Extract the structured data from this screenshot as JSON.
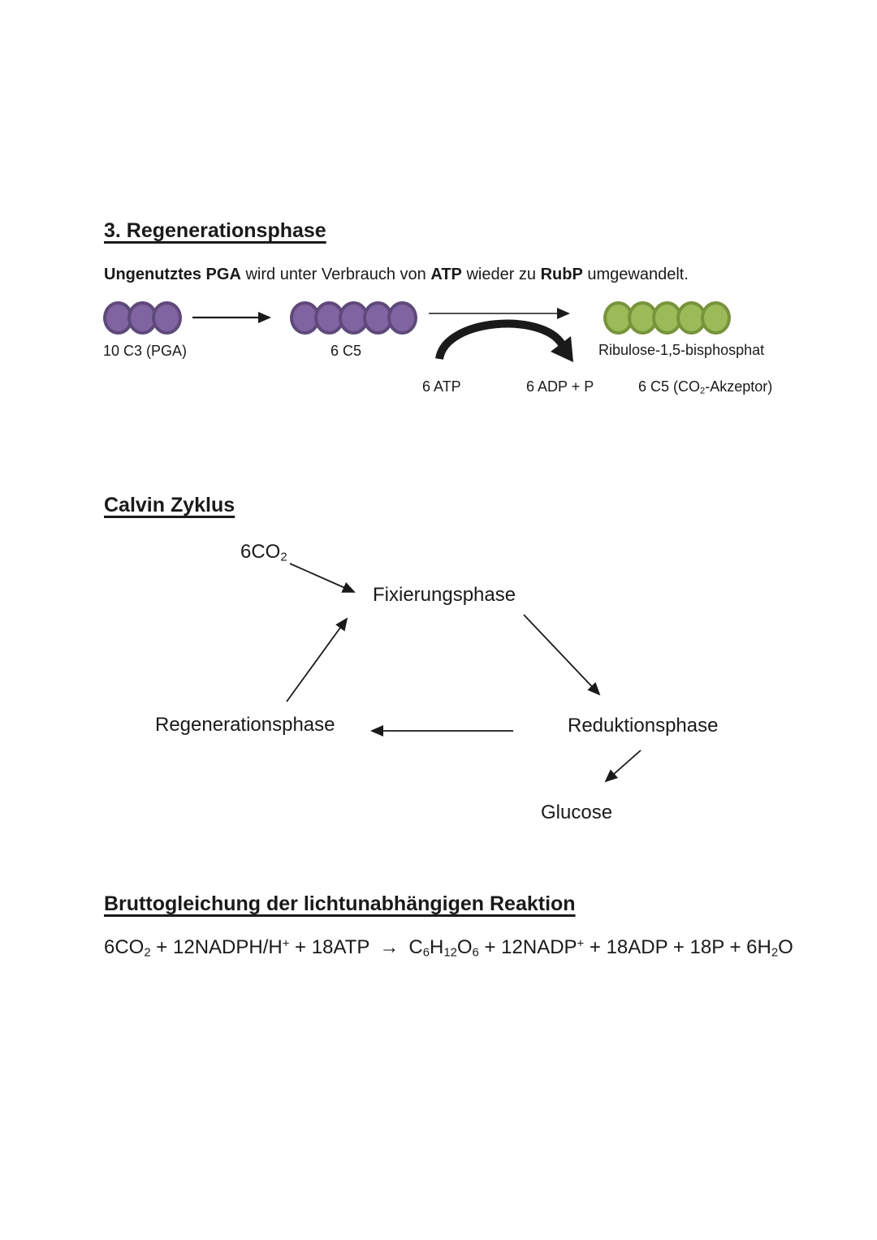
{
  "page": {
    "background": "#ffffff",
    "text_color": "#1a1a1a"
  },
  "section_regeneration": {
    "title": "3. Regenerationsphase",
    "intro": [
      {
        "t": "Ungenutztes PGA",
        "s": "b"
      },
      {
        "t": " wird unter Verbrauch von "
      },
      {
        "t": "ATP",
        "s": "b"
      },
      {
        "t": " wieder zu "
      },
      {
        "t": "RubP",
        "s": "b"
      },
      {
        "t": " umgewandelt."
      }
    ],
    "diagram": {
      "groups": [
        {
          "name": "pga-circles",
          "count": 3,
          "fill": "#8064a2",
          "stroke": "#5f497a"
        },
        {
          "name": "c5-circles",
          "count": 5,
          "fill": "#8064a2",
          "stroke": "#5f497a"
        },
        {
          "name": "rubp-circles",
          "count": 5,
          "fill": "#9bbb59",
          "stroke": "#77933c"
        }
      ],
      "labels": {
        "pga": "10 C3 (PGA)",
        "c5": "6 C5",
        "rubp": "Ribulose-1,5-bisphosphat",
        "atp": "6 ATP",
        "adp": "6 ADP + P",
        "akzeptor": [
          {
            "t": "6 C5 (CO"
          },
          {
            "t": "2",
            "s": "sub"
          },
          {
            "t": "-Akzeptor)"
          }
        ]
      }
    }
  },
  "section_calvin": {
    "title": "Calvin Zyklus",
    "cycle": {
      "co2": [
        {
          "t": "6CO"
        },
        {
          "t": "2",
          "s": "sub"
        }
      ],
      "fixierung": "Fixierungsphase",
      "reduktion": "Reduktionsphase",
      "regeneration": "Regenerationsphase",
      "glucose": "Glucose"
    }
  },
  "section_bruttogleichung": {
    "title": "Bruttogleichung der lichtunabhängigen Reaktion",
    "equation": [
      {
        "t": "6CO"
      },
      {
        "t": "2",
        "s": "sub"
      },
      {
        "t": " + 12NADPH/H"
      },
      {
        "t": "+",
        "s": "sup"
      },
      {
        "t": " + 18ATP"
      },
      {
        "t": "→",
        "s": "ar"
      },
      {
        "t": "C"
      },
      {
        "t": "6",
        "s": "sub"
      },
      {
        "t": "H"
      },
      {
        "t": "12",
        "s": "sub"
      },
      {
        "t": "O"
      },
      {
        "t": "6",
        "s": "sub"
      },
      {
        "t": " + 12NADP"
      },
      {
        "t": "+",
        "s": "sup"
      },
      {
        "t": " + 18ADP + 18P + 6H"
      },
      {
        "t": "2",
        "s": "sub"
      },
      {
        "t": "O"
      }
    ]
  }
}
